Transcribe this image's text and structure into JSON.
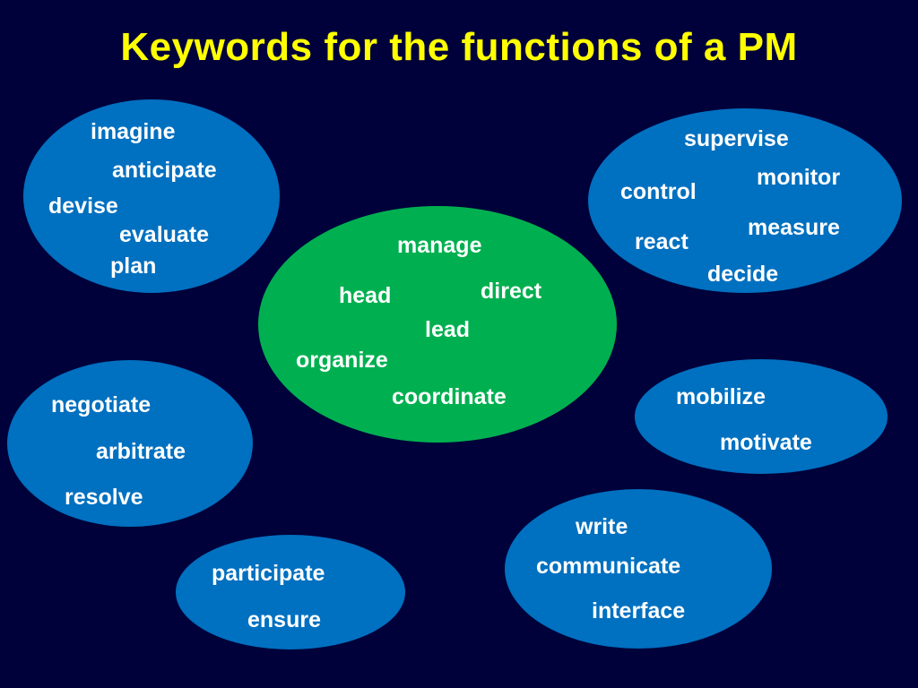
{
  "slide": {
    "title": "Keywords for the functions of a PM",
    "colors": {
      "background": "#00003a",
      "title": "#ffff00",
      "blue_ellipse": "#0070c0",
      "green_ellipse": "#00b050",
      "word": "#ffffff"
    }
  },
  "groups": {
    "plan": [
      "imagine",
      "anticipate",
      "devise",
      "evaluate",
      "plan"
    ],
    "supervise": [
      "supervise",
      "monitor",
      "control",
      "measure",
      "react",
      "decide"
    ],
    "manage": [
      "manage",
      "head",
      "direct",
      "lead",
      "organize",
      "coordinate"
    ],
    "negotiate": [
      "negotiate",
      "arbitrate",
      "resolve"
    ],
    "mobilize": [
      "mobilize",
      "motivate"
    ],
    "communicate": [
      "write",
      "communicate",
      "interface"
    ],
    "participate": [
      "participate",
      "ensure"
    ]
  }
}
